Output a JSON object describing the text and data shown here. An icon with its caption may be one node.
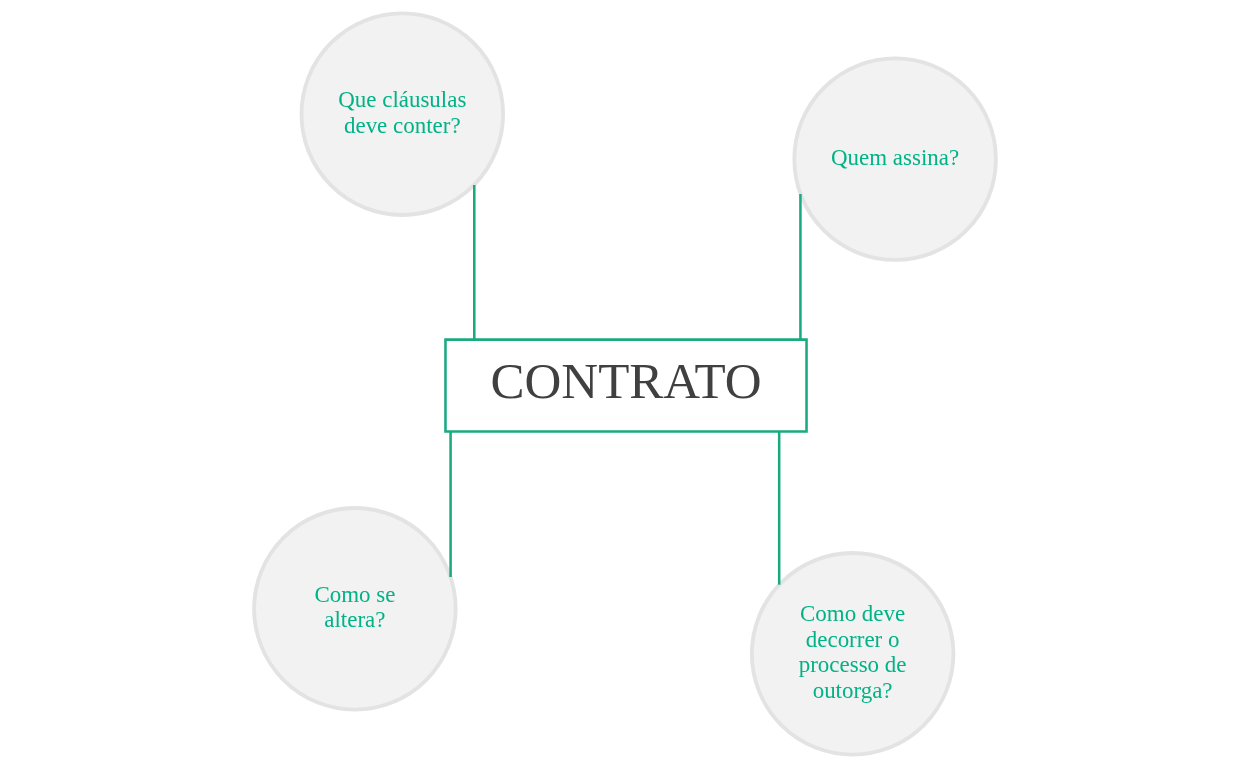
{
  "diagram": {
    "nodes": [
      {
        "text": [
          "Como se altera?"
        ]
      },
      {
        "text": [
          "Como deve decorrer o processo de outorga?"
        ]
      },
      {
        "text": [
          "CONTRATO"
        ]
      },
      {
        "text": [
          "Que cláusulas deve conter?"
        ]
      },
      {
        "text": [
          "Quem assina?"
        ]
      }
    ],
    "edges": [
      {
        "from": 2,
        "to": 0,
        "arrow": "none"
      },
      {
        "from": 2,
        "to": 1,
        "arrow": "none"
      },
      {
        "from": 2,
        "to": 3,
        "arrow": "none"
      },
      {
        "from": 2,
        "to": 4,
        "arrow": "none"
      }
    ]
  }
}
